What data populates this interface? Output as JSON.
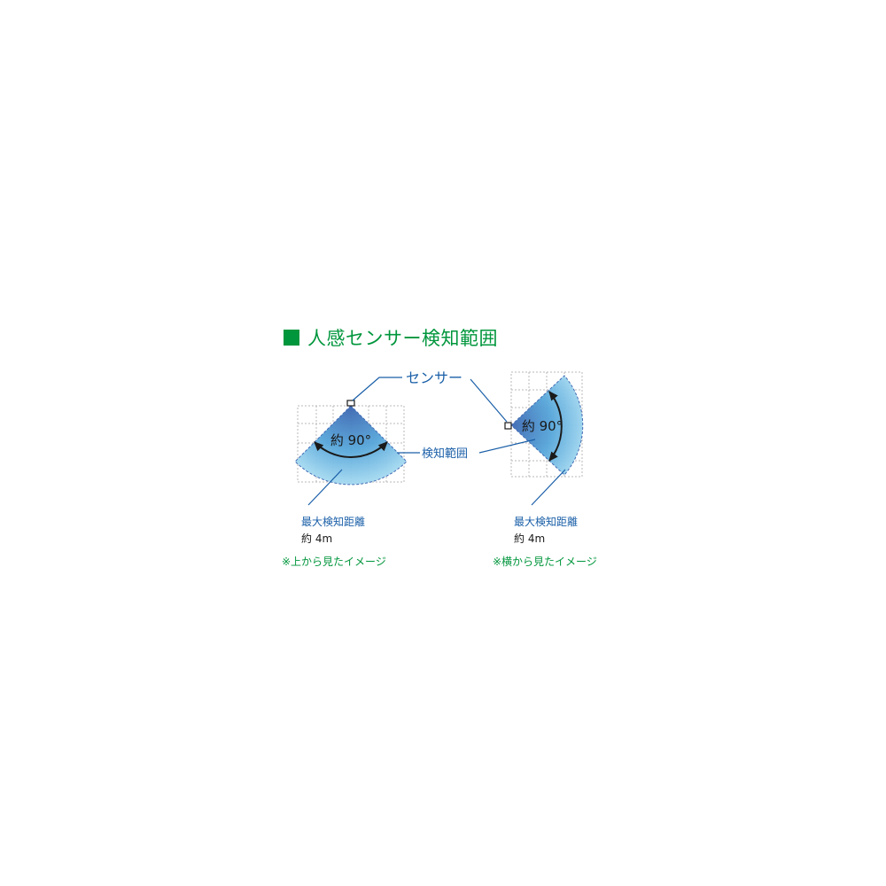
{
  "heading": {
    "text": "人感センサー検知範囲",
    "color": "#00963c"
  },
  "labels": {
    "sensor": "センサー",
    "range": "検知範囲",
    "angle": "約 90°"
  },
  "top_view": {
    "max_distance_title": "最大検知距離",
    "max_distance_value": "約 4m",
    "caption": "※上から見たイメージ"
  },
  "side_view": {
    "max_distance_title": "最大検知距離",
    "max_distance_value": "約 4m",
    "caption": "※横から見たイメージ"
  },
  "colors": {
    "accent_green": "#00963c",
    "label_blue": "#1a5fa8",
    "fan_dark": "#3a64b0",
    "fan_light": "#8fd0ee",
    "grid": "#b8b8b8"
  }
}
